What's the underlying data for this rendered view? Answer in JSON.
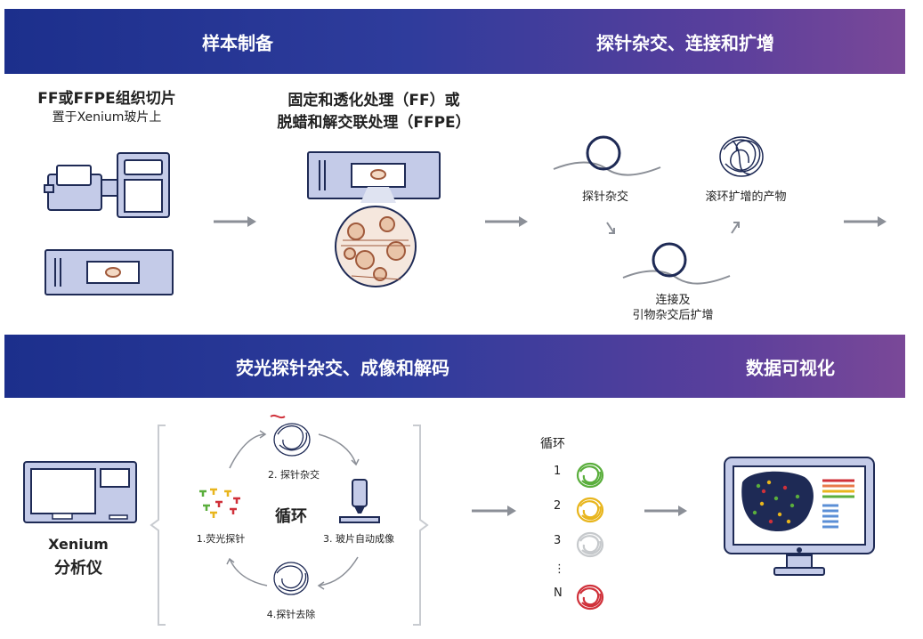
{
  "colors": {
    "banner_start": "#1c2f8c",
    "banner_end": "#7a4898",
    "navy": "#1e2a55",
    "slide": "#c4cbe8",
    "arrow": "#8b8f97"
  },
  "banner_top": {
    "left": "样本制备",
    "right": "探针杂交、连接和扩增"
  },
  "banner_bottom": {
    "left": "荧光探针杂交、成像和解码",
    "right": "数据可视化"
  },
  "step1": {
    "title": "FF或FFPE组织切片",
    "subtitle": "置于Xenium玻片上"
  },
  "step2": {
    "line1": "固定和透化处理（FF）或",
    "line2": "脱蜡和解交联处理（FFPE）"
  },
  "step3": {
    "probe_hyb": "探针杂交",
    "rca": "滚环扩增的产物",
    "ligation_line1": "连接及",
    "ligation_line2": "引物杂交后扩增"
  },
  "instrument": {
    "line1": "Xenium",
    "line2": "分析仪"
  },
  "cycle": {
    "center": "循环",
    "s1": "1.荧光探针",
    "s2": "2. 探针杂交",
    "s3": "3. 玻片自动成像",
    "s4": "4.探针去除"
  },
  "cycles": {
    "title": "循环",
    "labels": [
      "1",
      "2",
      "3",
      "⋮",
      "N"
    ],
    "colors": [
      "#5aae3c",
      "#e8b51c",
      "#c6c9cc",
      "#ffffff",
      "#d0313a"
    ]
  }
}
